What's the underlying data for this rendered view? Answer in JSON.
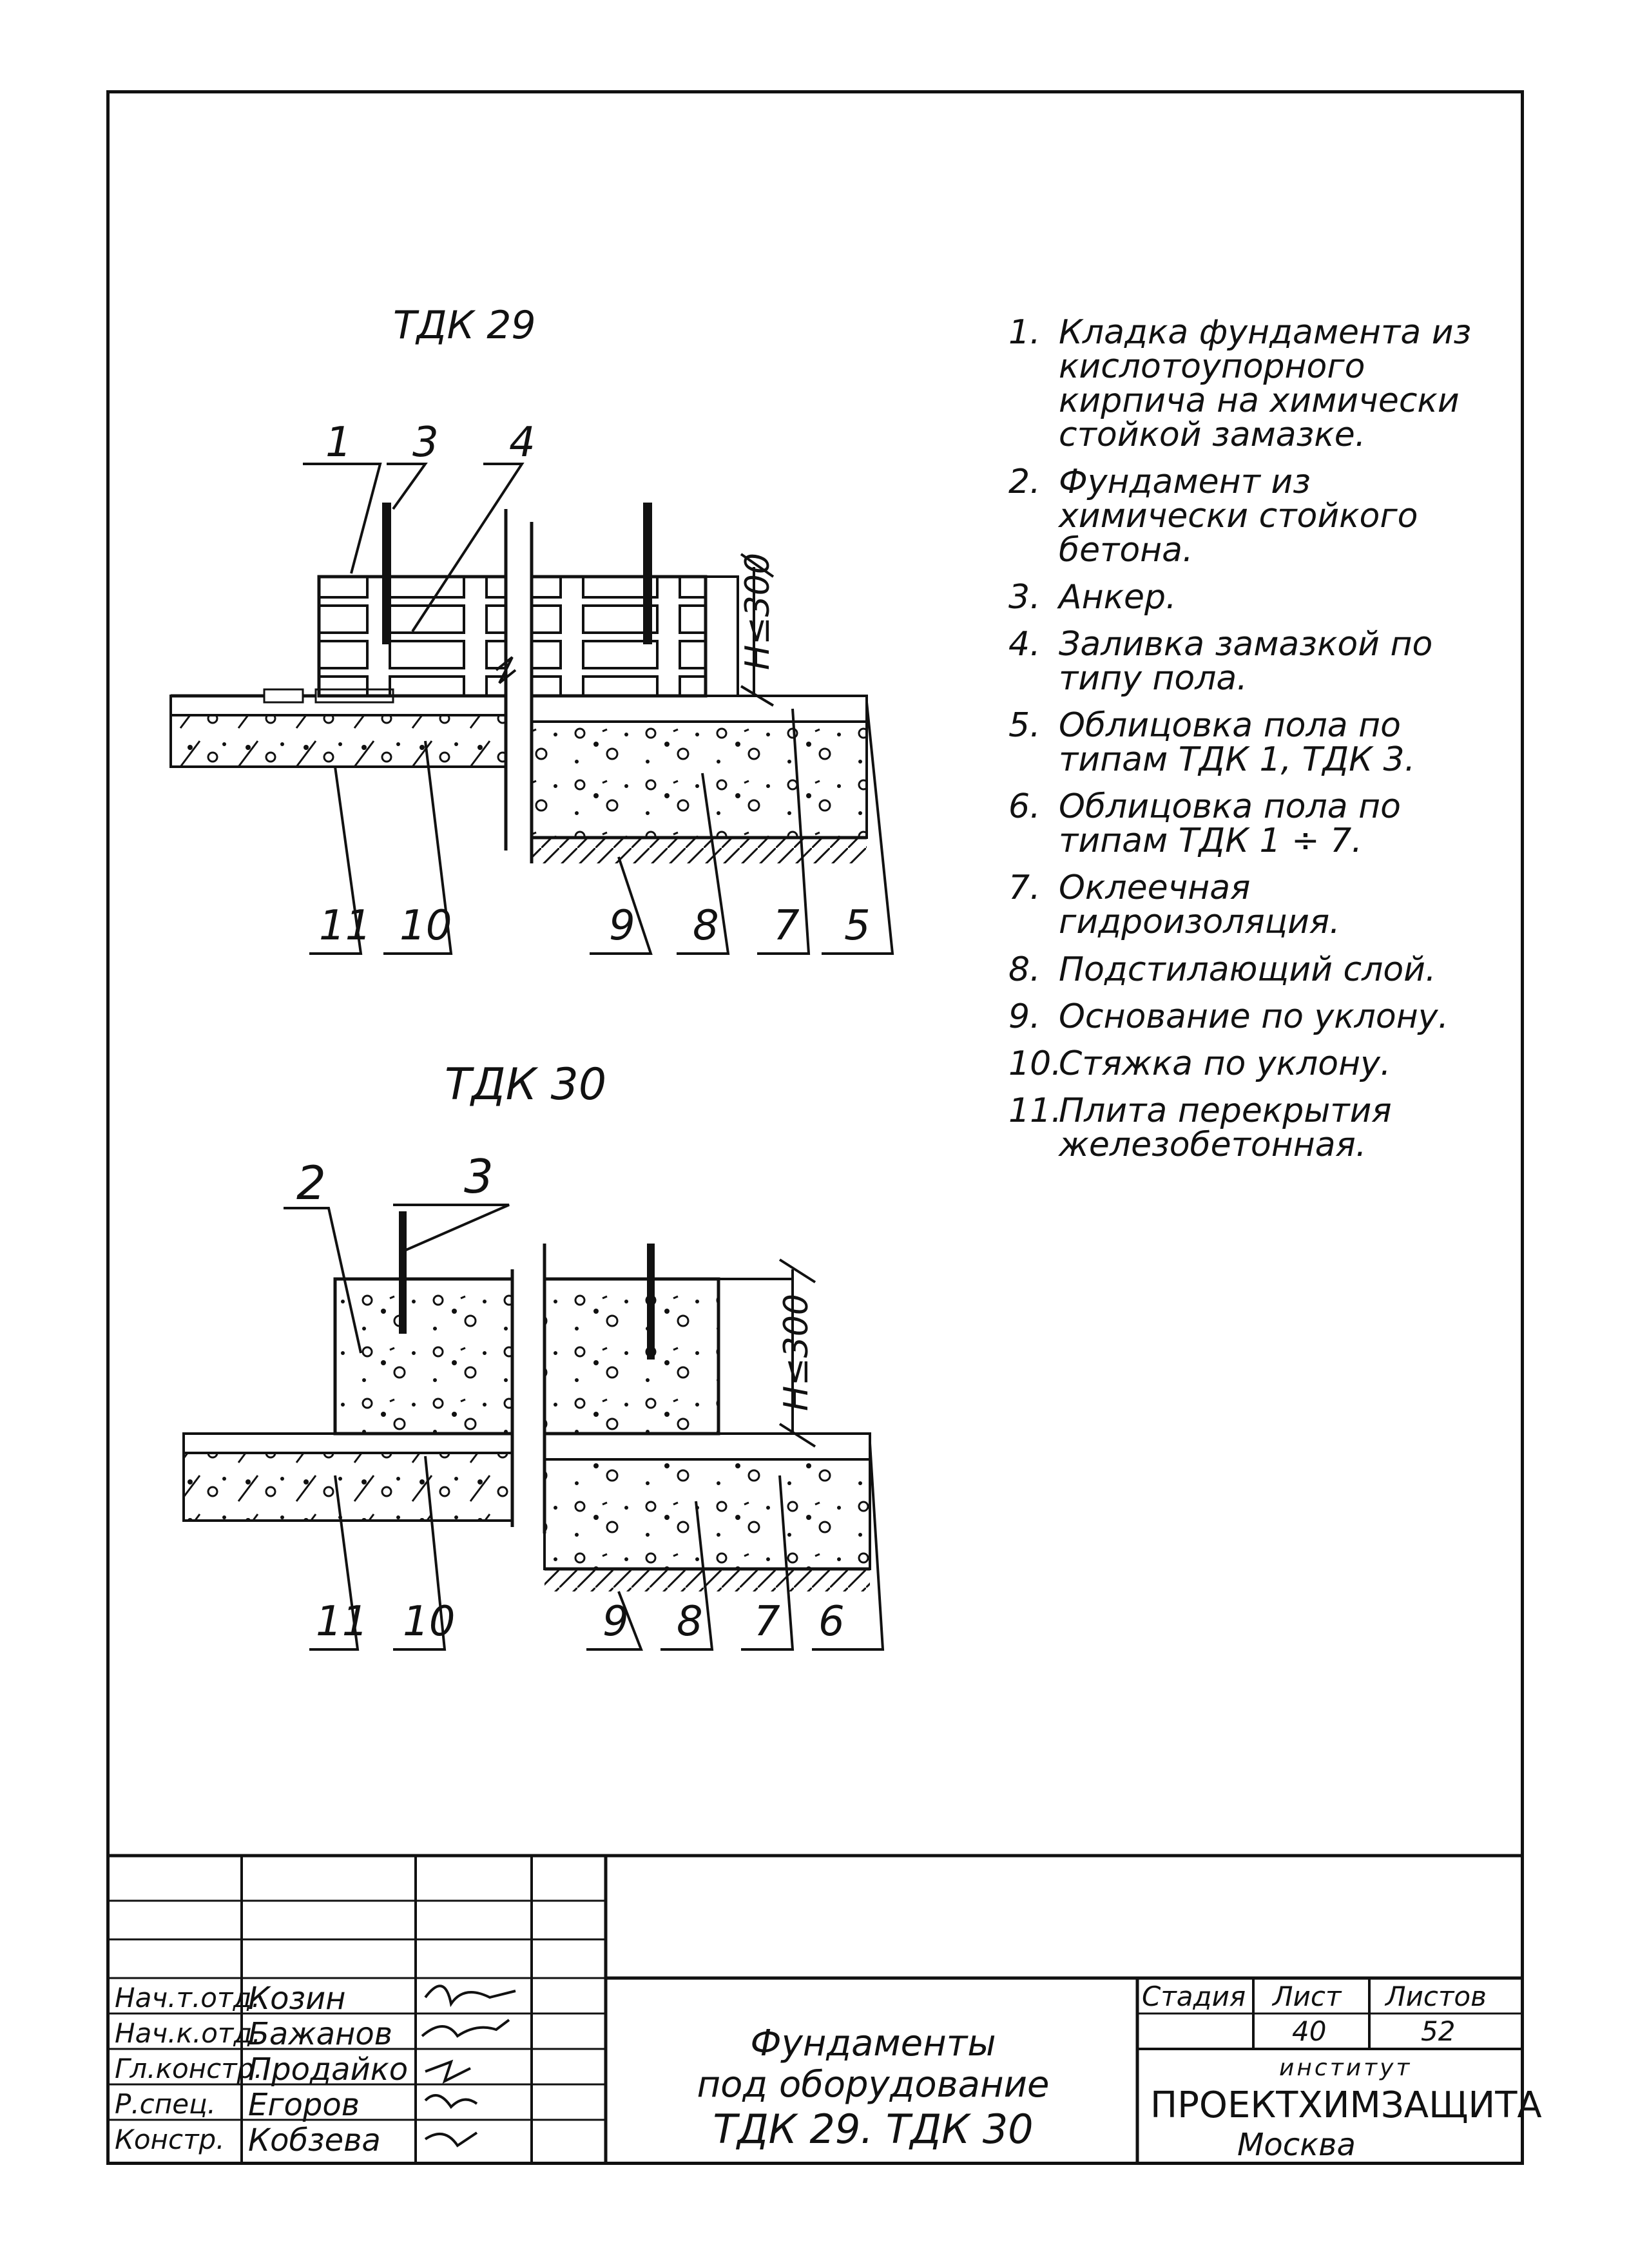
{
  "drawings": [
    {
      "title": "ТДК 29",
      "callouts_top": [
        "1",
        "3",
        "4"
      ],
      "callouts_bottom": [
        "11",
        "10",
        "9",
        "8",
        "7",
        "5"
      ],
      "height_label": "H≤300"
    },
    {
      "title": "ТДК 30",
      "callouts_top": [
        "2",
        "3"
      ],
      "callouts_bottom": [
        "11",
        "10",
        "9",
        "8",
        "7",
        "6"
      ],
      "height_label": "H≤300"
    }
  ],
  "notes": [
    {
      "num": "1.",
      "text": "Кладка фундамента из кислотоупорного кирпича на химически стойкой замазке."
    },
    {
      "num": "2.",
      "text": "Фундамент из химически стойкого бетона."
    },
    {
      "num": "3.",
      "text": "Анкер."
    },
    {
      "num": "4.",
      "text": "Заливка замазкой по типу пола."
    },
    {
      "num": "5.",
      "text": "Облицовка пола по типам ТДК 1, ТДК 3."
    },
    {
      "num": "6.",
      "text": "Облицовка пола по типам ТДК 1 ÷ 7."
    },
    {
      "num": "7.",
      "text": "Оклеечная гидроизоляция."
    },
    {
      "num": "8.",
      "text": "Подстилающий слой."
    },
    {
      "num": "9.",
      "text": "Основание по уклону."
    },
    {
      "num": "10.",
      "text": "Стяжка по уклону."
    },
    {
      "num": "11.",
      "text": "Плита перекрытия железобетонная."
    }
  ],
  "title_block": {
    "roles": [
      "Нач.т.отд.",
      "Нач.к.отд.",
      "Гл.констр.",
      "Р.спец.",
      "Констр."
    ],
    "names": [
      "Козин",
      "Бажанов",
      "Продайко",
      "Егоров",
      "Кобзева"
    ],
    "title_lines": [
      "Фундаменты",
      "под оборудование",
      "ТДК 29. ТДК 30"
    ],
    "stage_label": "Стадия",
    "sheet_label": "Лист",
    "sheets_label": "Листов",
    "sheet": "40",
    "sheets": "52",
    "institute_label": "институт",
    "institute": "ПРОЕКТХИМЗАЩИТА",
    "city": "Москва"
  }
}
